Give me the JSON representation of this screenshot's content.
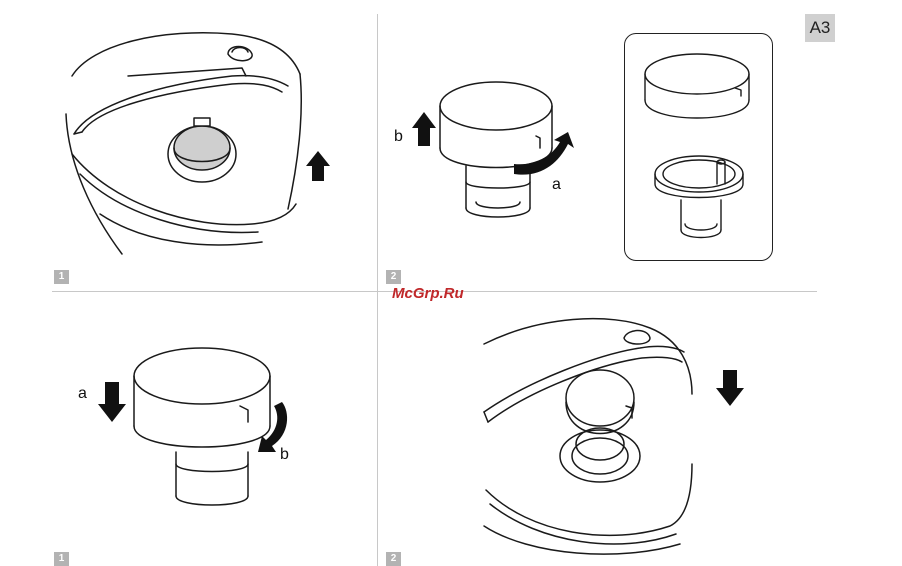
{
  "section_label": "A3",
  "watermark": "McGrp.Ru",
  "steps": [
    {
      "id": "top-1",
      "number": "1"
    },
    {
      "id": "top-2",
      "number": "2",
      "labels": {
        "a": "a",
        "b": "b"
      }
    },
    {
      "id": "bottom-1",
      "number": "1",
      "labels": {
        "a": "a",
        "b": "b"
      }
    },
    {
      "id": "bottom-2",
      "number": "2"
    }
  ],
  "icons": {
    "arrow": "arrow-icon",
    "rotate": "rotate-arrow-icon"
  },
  "colors": {
    "line": "#1a1a1a",
    "badge": "#b3b3b3",
    "watermark": "#c0282a",
    "valve_fill": "#cfcfcf"
  }
}
